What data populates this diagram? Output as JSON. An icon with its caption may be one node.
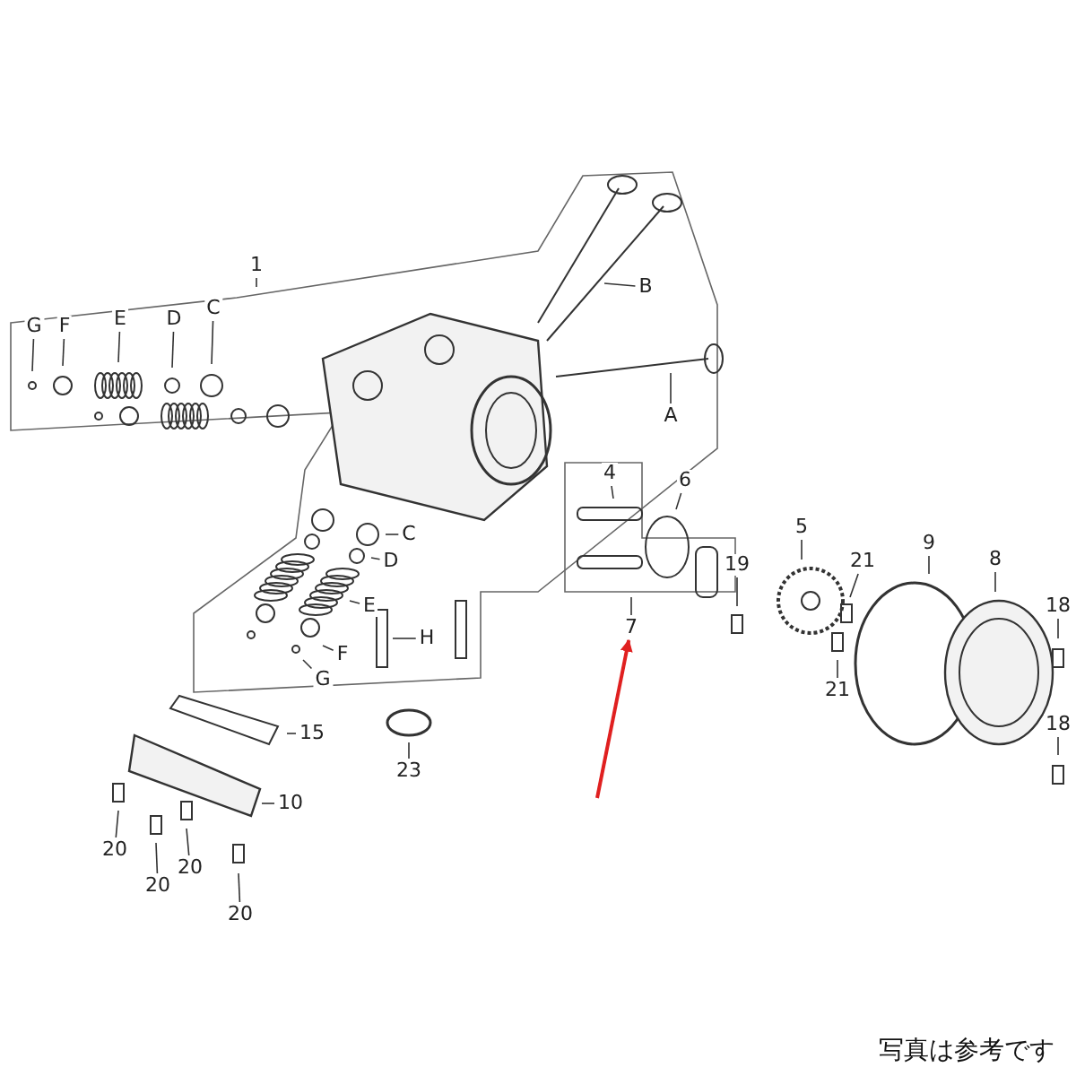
{
  "diagram": {
    "nodes": [
      {
        "text": [
          "1"
        ]
      },
      {
        "text": [
          "B"
        ]
      },
      {
        "text": [
          "G"
        ]
      },
      {
        "text": [
          "F"
        ]
      },
      {
        "text": [
          "E"
        ]
      },
      {
        "text": [
          "D"
        ]
      },
      {
        "text": [
          "C"
        ]
      },
      {
        "text": [
          "A"
        ]
      },
      {
        "text": [
          "C"
        ]
      },
      {
        "text": [
          "D"
        ]
      },
      {
        "text": [
          "E"
        ]
      },
      {
        "text": [
          "H"
        ]
      },
      {
        "text": [
          "F"
        ]
      },
      {
        "text": [
          "G"
        ]
      },
      {
        "text": [
          "4"
        ]
      },
      {
        "text": [
          "6"
        ]
      },
      {
        "text": [
          "5"
        ]
      },
      {
        "text": [
          "19"
        ]
      },
      {
        "text": [
          "21"
        ]
      },
      {
        "text": [
          "21"
        ]
      },
      {
        "text": [
          "9"
        ]
      },
      {
        "text": [
          "8"
        ]
      },
      {
        "text": [
          "18"
        ]
      },
      {
        "text": [
          "18"
        ]
      },
      {
        "text": [
          "7"
        ]
      },
      {
        "text": [
          "15"
        ]
      },
      {
        "text": [
          "23"
        ]
      },
      {
        "text": [
          "10"
        ]
      },
      {
        "text": [
          "20"
        ]
      },
      {
        "text": [
          "20"
        ]
      },
      {
        "text": [
          "20"
        ]
      },
      {
        "text": [
          "20"
        ]
      }
    ],
    "edges": [
      {
        "from": 0,
        "to": null,
        "arrow": "none"
      },
      {
        "from": 1,
        "to": null,
        "arrow": "none"
      },
      {
        "from": 2,
        "to": null,
        "arrow": "none"
      },
      {
        "from": 3,
        "to": null,
        "arrow": "none"
      },
      {
        "from": 4,
        "to": null,
        "arrow": "none"
      },
      {
        "from": 5,
        "to": null,
        "arrow": "none"
      },
      {
        "from": 6,
        "to": null,
        "arrow": "none"
      },
      {
        "from": 7,
        "to": null,
        "arrow": "none"
      },
      {
        "from": 8,
        "to": null,
        "arrow": "none"
      },
      {
        "from": 9,
        "to": null,
        "arrow": "none"
      },
      {
        "from": 10,
        "to": null,
        "arrow": "none"
      },
      {
        "from": 11,
        "to": null,
        "arrow": "none"
      },
      {
        "from": 12,
        "to": null,
        "arrow": "none"
      },
      {
        "from": 13,
        "to": null,
        "arrow": "none"
      },
      {
        "from": 14,
        "to": null,
        "arrow": "none"
      },
      {
        "from": 15,
        "to": null,
        "arrow": "none"
      },
      {
        "from": 16,
        "to": null,
        "arrow": "none"
      },
      {
        "from": 17,
        "to": null,
        "arrow": "none"
      },
      {
        "from": 18,
        "to": null,
        "arrow": "none"
      },
      {
        "from": 19,
        "to": null,
        "arrow": "none"
      },
      {
        "from": 20,
        "to": null,
        "arrow": "none"
      },
      {
        "from": 21,
        "to": null,
        "arrow": "none"
      },
      {
        "from": 22,
        "to": null,
        "arrow": "none"
      },
      {
        "from": 23,
        "to": null,
        "arrow": "none"
      },
      {
        "from": 24,
        "to": null,
        "arrow": "none"
      },
      {
        "from": 25,
        "to": null,
        "arrow": "none"
      },
      {
        "from": 26,
        "to": null,
        "arrow": "none"
      },
      {
        "from": 27,
        "to": null,
        "arrow": "none"
      },
      {
        "from": 28,
        "to": null,
        "arrow": "none"
      },
      {
        "from": 29,
        "to": null,
        "arrow": "none"
      },
      {
        "from": 30,
        "to": null,
        "arrow": "none"
      },
      {
        "from": 31,
        "to": null,
        "arrow": "none"
      },
      {
        "from": null,
        "to": 24,
        "arrow": "to",
        "color": "#e02020"
      }
    ],
    "labels": [
      "写真は参考です"
    ]
  }
}
